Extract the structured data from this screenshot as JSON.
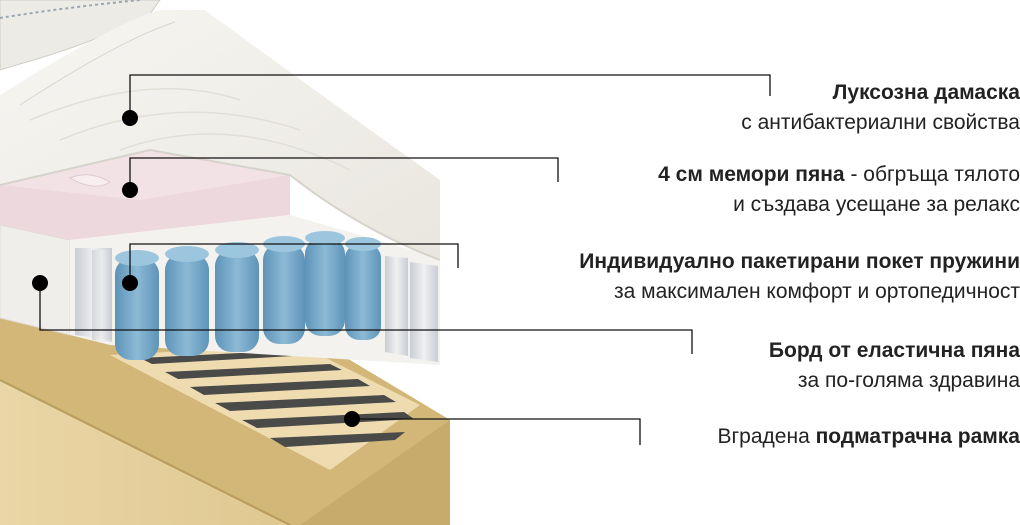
{
  "features": [
    {
      "id": "fabric",
      "parts": [
        {
          "text": "Луксозна дамаска",
          "bold": true
        }
      ],
      "line2": "с антибактериални свойства"
    },
    {
      "id": "memory-foam",
      "parts": [
        {
          "text": "4 см мемори пяна",
          "bold": true
        },
        {
          "text": " - обгръща тялото",
          "bold": false
        }
      ],
      "line2": "и създава усещане за релакс"
    },
    {
      "id": "pocket-springs",
      "parts": [
        {
          "text": "Индивидуално пакетирани покет пружини",
          "bold": true
        }
      ],
      "line2": "за максимален комфорт и ортопедичност"
    },
    {
      "id": "foam-border",
      "parts": [
        {
          "text": "Борд от еластична пяна",
          "bold": true
        }
      ],
      "line2": "за по-голяма здравина"
    },
    {
      "id": "frame",
      "parts": [
        {
          "text": "Вградена ",
          "bold": false
        },
        {
          "text": "подматрачна рамка",
          "bold": true
        }
      ],
      "line2": ""
    }
  ],
  "colors": {
    "fabric": "#f3f1ec",
    "memory_foam": "#ecd8dd",
    "spring": "#7fb0cf",
    "spring_pocket": "#d8dadf",
    "border_foam": "#efeeea",
    "wood": "#e6d09c",
    "wood_dark": "#b89c5c",
    "slat_gap": "#4a4a48",
    "leader": "#111111"
  }
}
